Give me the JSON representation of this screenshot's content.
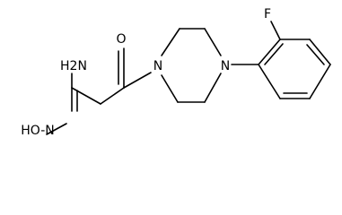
{
  "molecule": {
    "atoms": {
      "fluorine": "F",
      "oxygen_carbonyl": "O",
      "nitrogen_piperazine_left": "N",
      "nitrogen_piperazine_right": "N",
      "amine": "H2N",
      "hydroxy_imine": "HO-N"
    }
  }
}
